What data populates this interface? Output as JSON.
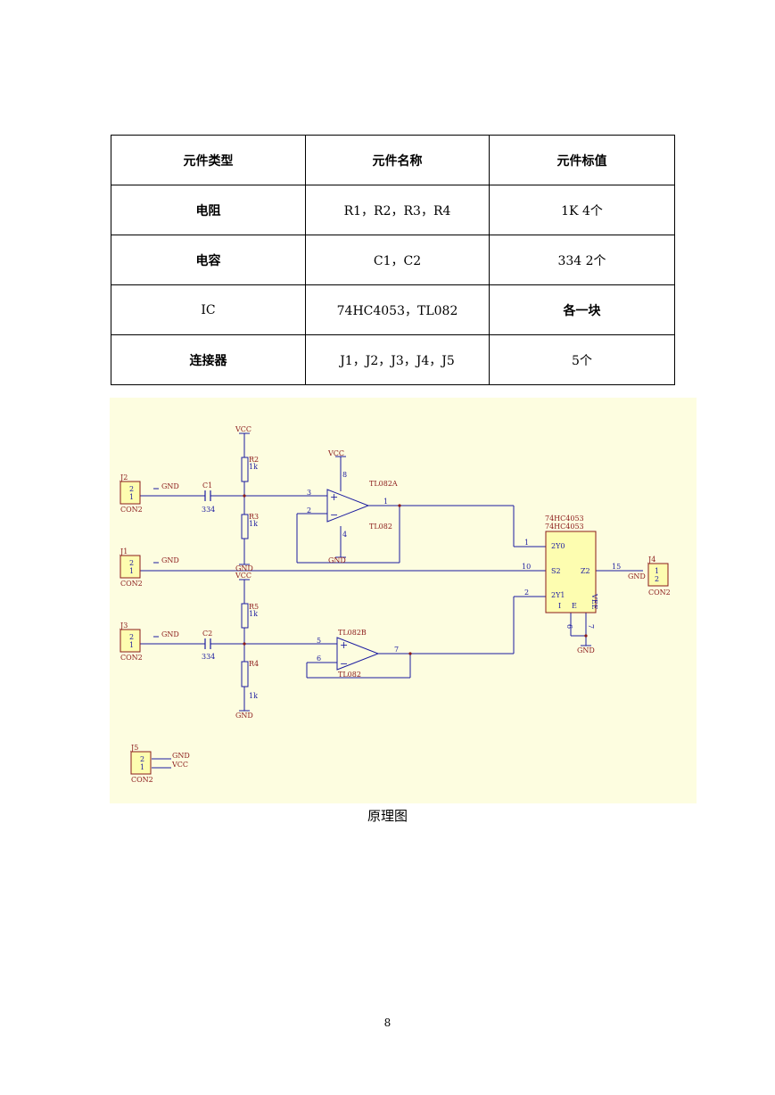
{
  "table": {
    "headers": [
      "元件类型",
      "元件名称",
      "元件标值"
    ],
    "rows": [
      [
        "电阻",
        "R1，R2，R3，R4",
        "1K  4个"
      ],
      [
        "电容",
        "C1，C2",
        "334  2个"
      ],
      [
        "IC",
        "74HC4053，TL082",
        "各一块"
      ],
      [
        "连接器",
        "J1，J2，J3，J4，J5",
        "5个"
      ]
    ]
  },
  "schematic": {
    "colors": {
      "background": "#fdfde0",
      "wire": "#1c1ca0",
      "label": "#8b1a1a",
      "part_fill": "#fdfdb0"
    },
    "labels": {
      "vcc": "VCC",
      "gnd": "GND",
      "con2": "CON2",
      "pin_2": "2",
      "pin_1": "1",
      "j1": "J1",
      "j2": "J2",
      "j3": "J3",
      "j4": "J4",
      "j5": "J5",
      "c1": "C1",
      "c2": "C2",
      "cap_value": "334",
      "r2": "R2",
      "r3": "R3",
      "r4": "R4",
      "r5": "R5",
      "res_value": "1k",
      "opamp_a": "TL082A",
      "opamp_b": "TL082B",
      "opamp_part": "TL082",
      "mux_name": "74HC4053",
      "mux_pin_2y0": "2Y0",
      "mux_pin_2y1": "2Y1",
      "mux_pin_s2": "S2",
      "mux_pin_z2": "Z2",
      "mux_pin_i": "I",
      "mux_pin_e": "E",
      "mux_pin_vee": "VEE",
      "pin_3": "3",
      "pin_5": "5",
      "pin_6": "6",
      "pin_7": "7",
      "pin_8": "8",
      "pin_4": "4",
      "pin_10": "10",
      "pin_15": "15",
      "pin_16": "6",
      "pin_17": "7"
    }
  },
  "caption": "原理图",
  "page_number": "8"
}
